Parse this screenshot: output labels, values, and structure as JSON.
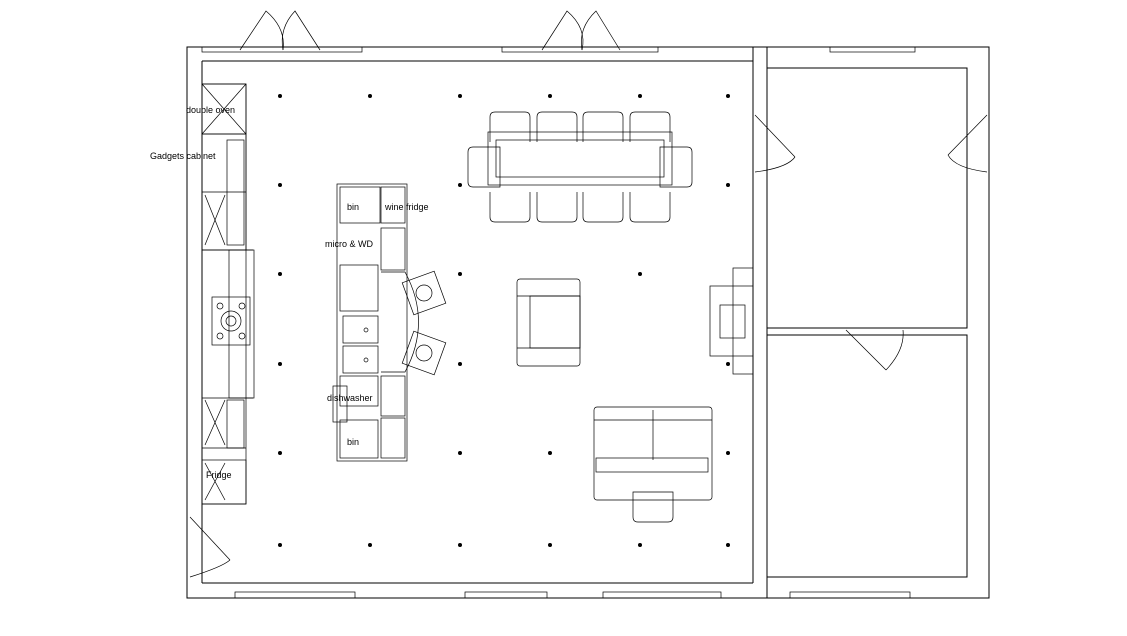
{
  "labels": {
    "double_oven": "double oven",
    "gadgets_cabinet": "Gadgets cabinet",
    "fridge": "Fridge",
    "bin_top": "bin",
    "wine_fridge": "wine fridge",
    "micro_wd": "micro & WD",
    "dishwasher": "dishwasher",
    "bin_bottom": "bin"
  },
  "colors": {
    "line": "#000000",
    "background": "#ffffff"
  }
}
